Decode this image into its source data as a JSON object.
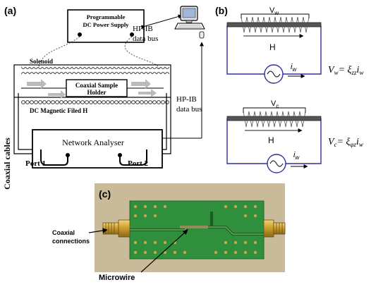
{
  "panels": {
    "a": {
      "label": "(a)",
      "power_supply": [
        "Programmable",
        "DC Power Supply"
      ],
      "bus_top": [
        "HP-IB",
        "data bus"
      ],
      "bus_right": [
        "HP-IB",
        "data bus"
      ],
      "solenoid": "Solenoid",
      "holder": [
        "Coaxial Sample",
        "Holder"
      ],
      "field": "DC Magnetic Filed H",
      "analyser": "Network Analyser",
      "cables": "Coaxial cables",
      "port1": "Port 1",
      "port2": "Port 2"
    },
    "b": {
      "label": "(b)",
      "top": {
        "voltage": "V",
        "voltage_sub": "w",
        "field": "H",
        "current": "i",
        "current_sub": "w",
        "eq_lhs": "V",
        "eq_lhs_sub": "w",
        "eq_mid": "= ξ",
        "eq_mid_sub": "zz",
        "eq_rhs": "i",
        "eq_rhs_sub": "w"
      },
      "bottom": {
        "voltage": "V",
        "voltage_sub": "c",
        "field": "H",
        "current": "i",
        "current_sub": "w",
        "eq_lhs": "V",
        "eq_lhs_sub": "c",
        "eq_mid": "= ξ",
        "eq_mid_sub": "φz",
        "eq_rhs": "i",
        "eq_rhs_sub": "w"
      }
    },
    "c": {
      "label": "(c)",
      "coaxial": [
        "Coaxial",
        "connections"
      ],
      "microwire": "Microwire"
    }
  },
  "colors": {
    "ink": "#000000",
    "circuit": "#2e2e9e",
    "wire_dark": "#3a3a3a",
    "photo_bg": "#d8c7a2",
    "board": "#2e8b3a",
    "gold": "#c79a2a"
  }
}
